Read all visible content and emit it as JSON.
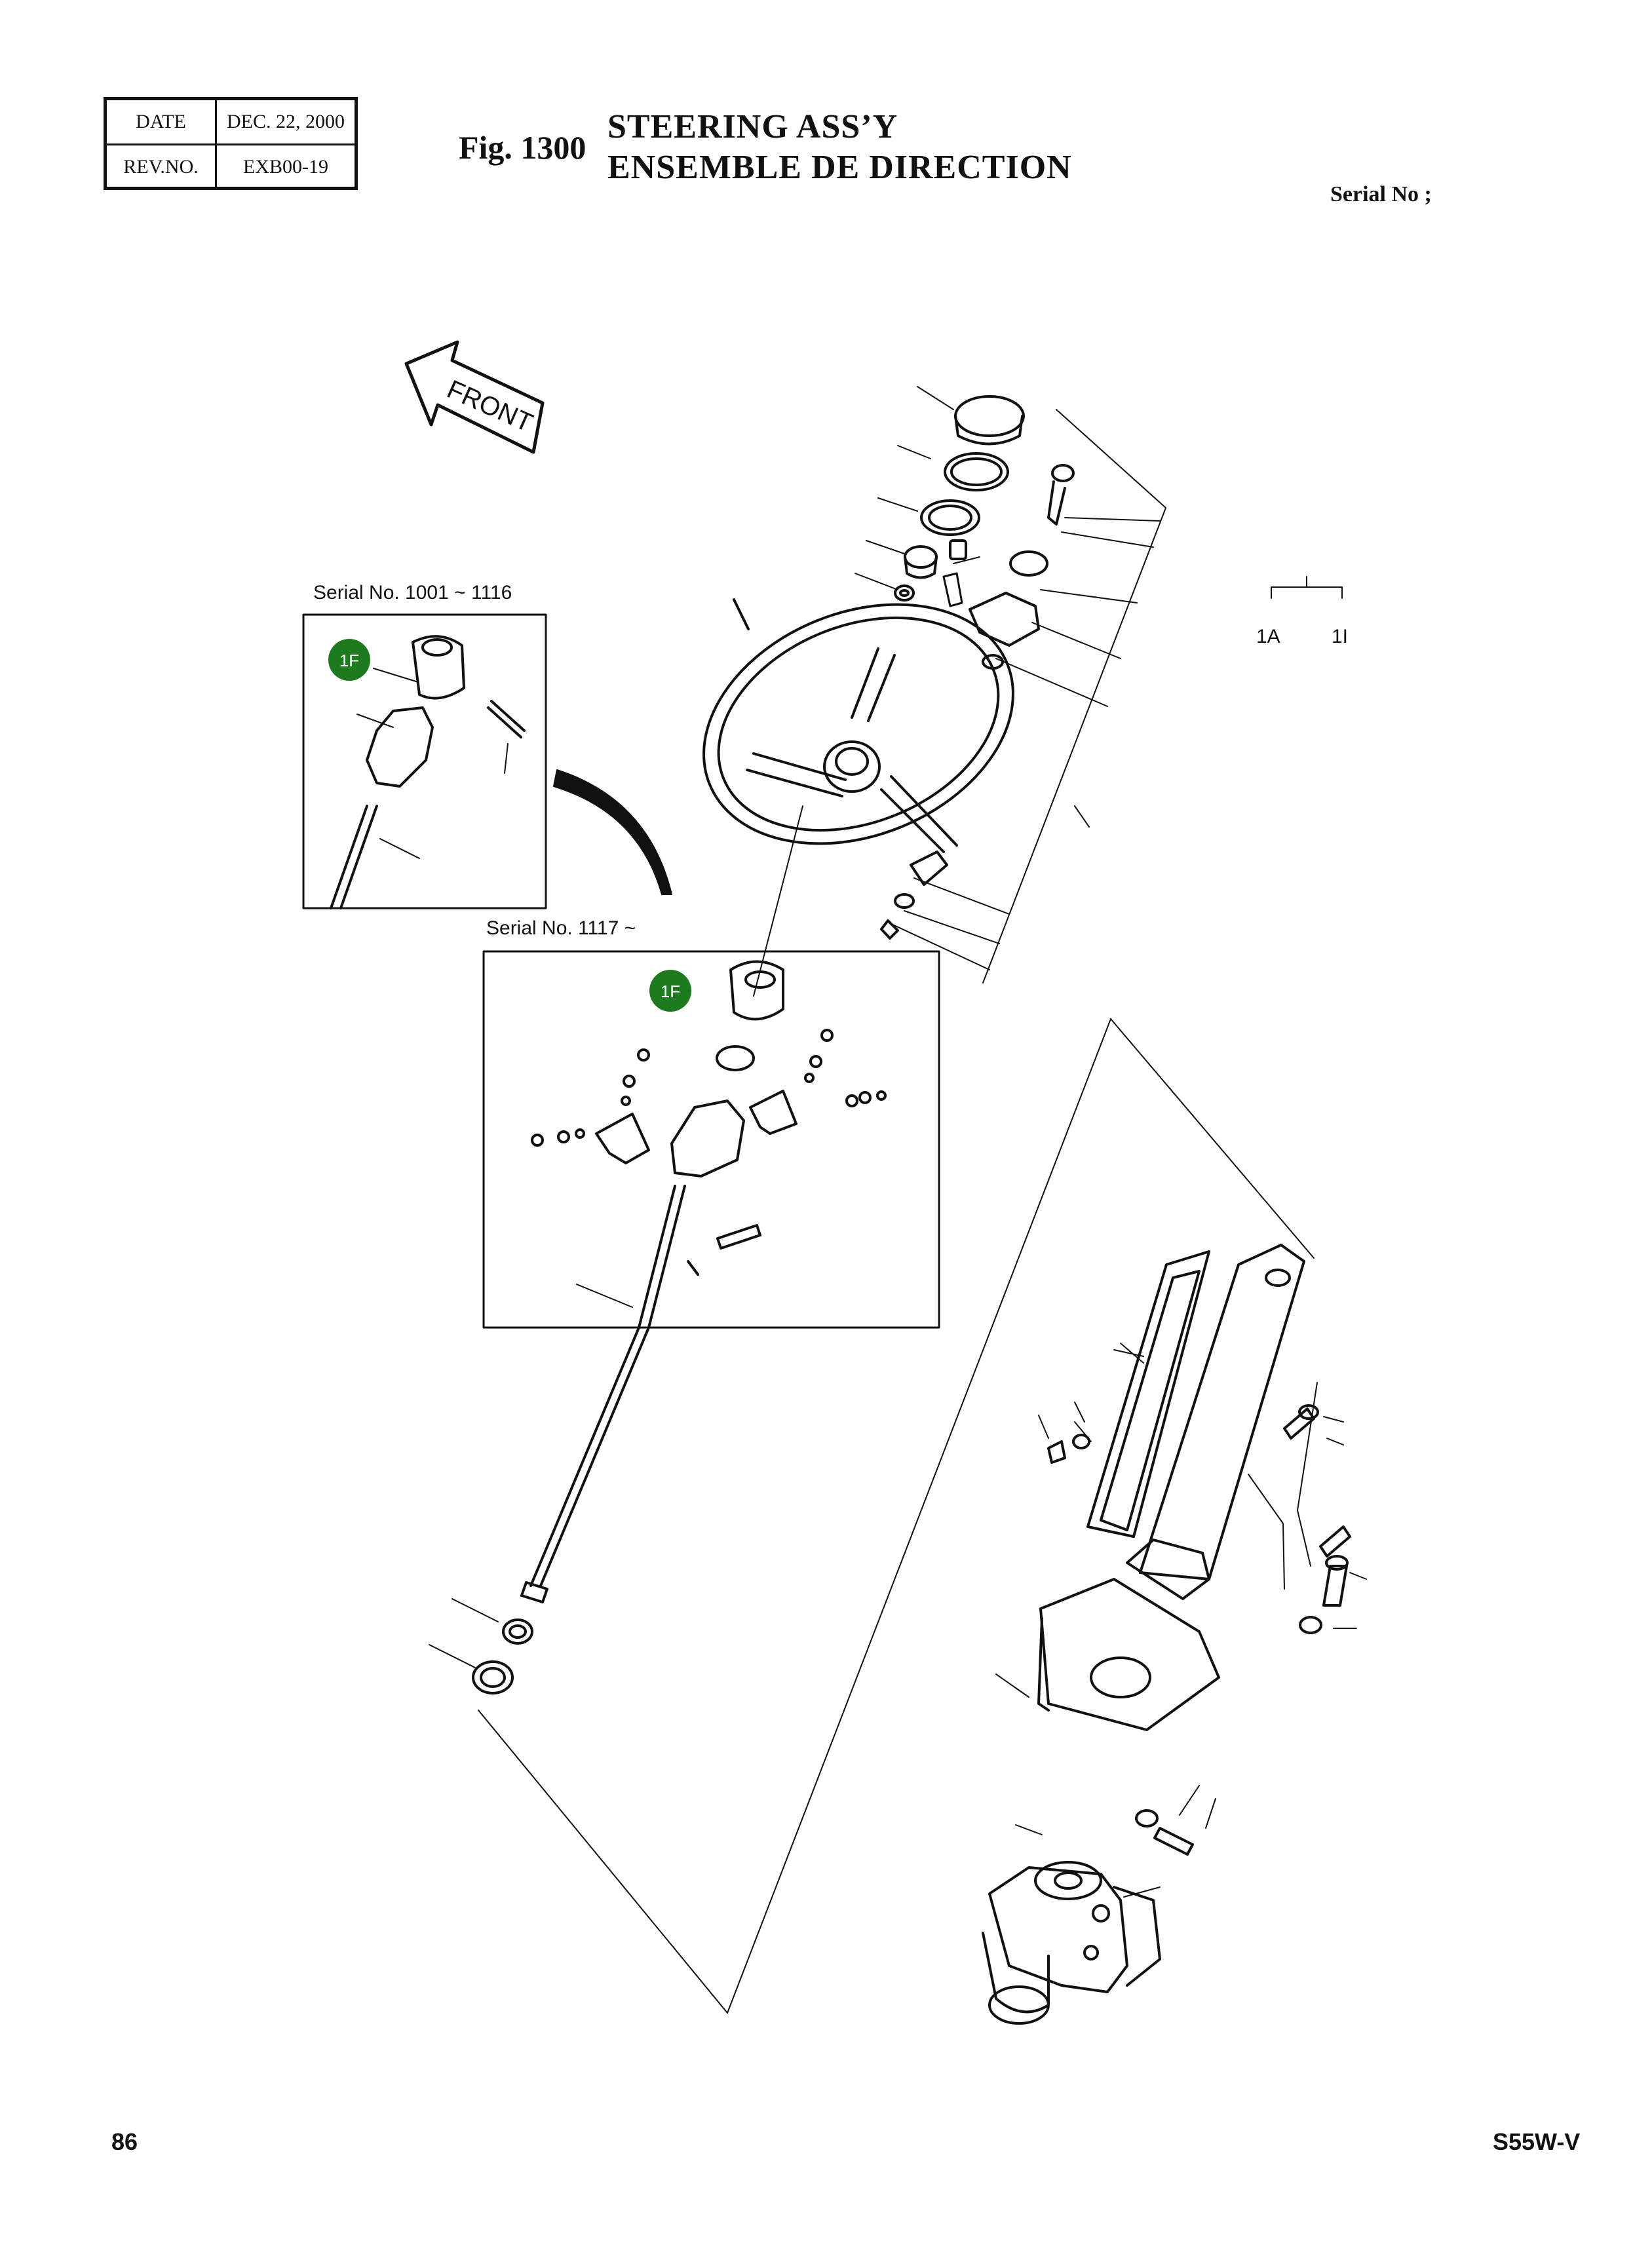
{
  "header": {
    "date_label": "DATE",
    "date_value": "DEC. 22, 2000",
    "rev_label": "REV.NO.",
    "rev_value": "EXB00-19",
    "fig_no": "Fig. 1300",
    "title_en": "STEERING ASS’Y",
    "title_fr": "ENSEMBLE DE DIRECTION",
    "serial_heading": "Serial No ;"
  },
  "diagram": {
    "front_label": "FRONT",
    "inset_old_label": "Serial No. 1001 ~ 1116",
    "inset_new_label": "Serial No. 1117 ~",
    "badge_label": "1F",
    "badge_color": "#1e7a1e",
    "legend_a": "1A",
    "legend_i": "1I"
  },
  "footer": {
    "page_no": "86",
    "model": "S55W-V"
  }
}
